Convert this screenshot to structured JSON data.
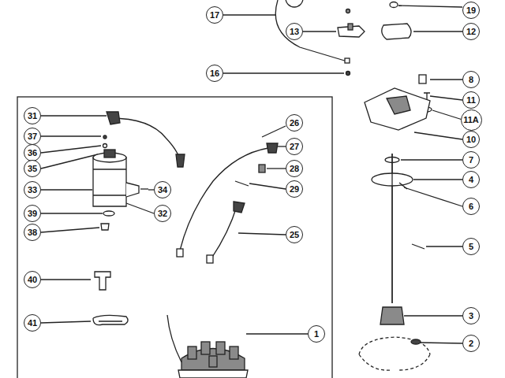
{
  "diagram": {
    "nodes": [
      {
        "text": [
          "17"
        ]
      },
      {
        "text": [
          "19"
        ]
      },
      {
        "text": [
          "13"
        ]
      },
      {
        "text": [
          "12"
        ]
      },
      {
        "text": [
          "16"
        ]
      },
      {
        "text": [
          "8"
        ]
      },
      {
        "text": [
          "11"
        ]
      },
      {
        "text": [
          "11A"
        ]
      },
      {
        "text": [
          "31"
        ]
      },
      {
        "text": [
          "26"
        ]
      },
      {
        "text": [
          "37"
        ]
      },
      {
        "text": [
          "10"
        ]
      },
      {
        "text": [
          "27"
        ]
      },
      {
        "text": [
          "36"
        ]
      },
      {
        "text": [
          "7"
        ]
      },
      {
        "text": [
          "35"
        ]
      },
      {
        "text": [
          "28"
        ]
      },
      {
        "text": [
          "4"
        ]
      },
      {
        "text": [
          "33"
        ]
      },
      {
        "text": [
          "34"
        ]
      },
      {
        "text": [
          "29"
        ]
      },
      {
        "text": [
          "6"
        ]
      },
      {
        "text": [
          "32"
        ]
      },
      {
        "text": [
          "39"
        ]
      },
      {
        "text": [
          "38"
        ]
      },
      {
        "text": [
          "25"
        ]
      },
      {
        "text": [
          "5"
        ]
      },
      {
        "text": [
          "40"
        ]
      },
      {
        "text": [
          "3"
        ]
      },
      {
        "text": [
          "41"
        ]
      },
      {
        "text": [
          "1"
        ]
      },
      {
        "text": [
          "2"
        ]
      }
    ]
  }
}
